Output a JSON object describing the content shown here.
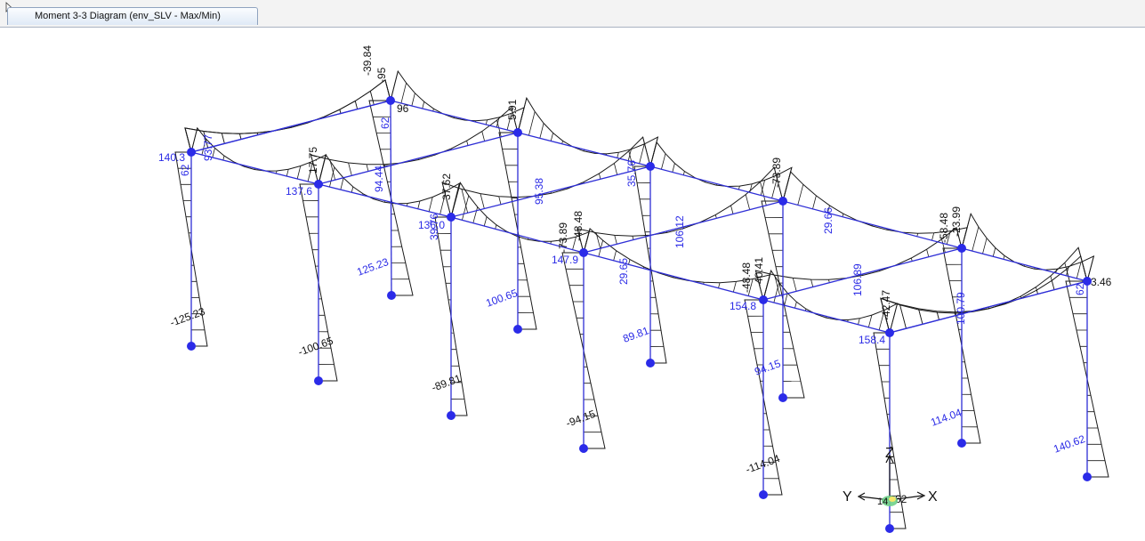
{
  "tab": {
    "title": "Moment 3-3 Diagram (env_SLV - Max/Min)"
  },
  "colors": {
    "member": "#2e2ed6",
    "joint": "#2b2be8",
    "diagram": "#1a1a1a",
    "label_blue": "#2a2ae6"
  },
  "axes": {
    "x": "X",
    "y": "Y",
    "z": "Z"
  },
  "axis_marker": "14",
  "labels_black": [
    "-125.23",
    "-100.65",
    "-89.81",
    "-94.15",
    "-114.04",
    "-39.84",
    "17.75",
    "37.62",
    "-48.48",
    "-73.89",
    "-40.41",
    "-48.48",
    "-42.47",
    "-23.99",
    "-58.48",
    "-73.89",
    "96",
    "5.91",
    "-95",
    "3.46",
    "62"
  ],
  "labels_blue": [
    "140.3",
    "137.6",
    "136.0",
    "147.9",
    "154.8",
    "158.4",
    "125.23",
    "100.65",
    "89.81",
    "94.15",
    "114.04",
    "140.62",
    "93.77",
    "94.44",
    "95.38",
    "106.12",
    "106.89",
    "100.79",
    "29.65",
    "29.66",
    "39.76",
    "35.76",
    "62",
    "62",
    "62"
  ]
}
